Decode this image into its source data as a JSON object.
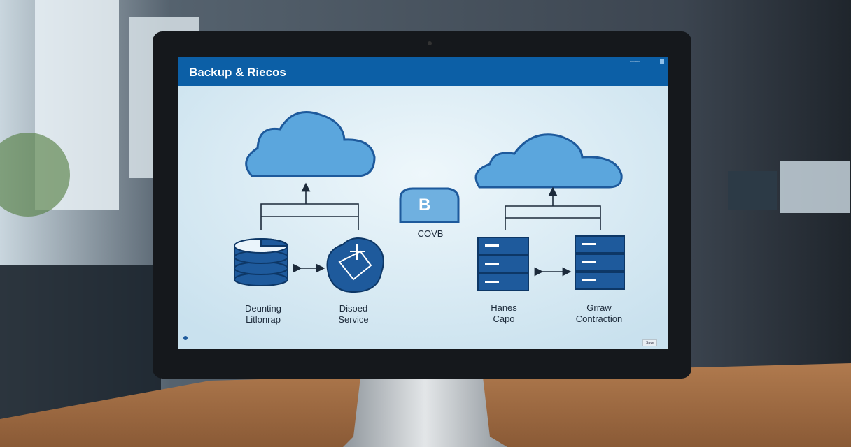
{
  "screen": {
    "title": "Backup & Riecos",
    "header_info": "ooo ooo",
    "footer_button": "Save",
    "center_badge": {
      "letter": "B",
      "label": "COVB"
    },
    "left_group": {
      "nodes": [
        {
          "icon": "database-icon",
          "line1": "Deunting",
          "line2": "Litlonrap"
        },
        {
          "icon": "network-icon",
          "line1": "Disoed",
          "line2": "Service"
        }
      ]
    },
    "right_group": {
      "nodes": [
        {
          "icon": "server-icon",
          "line1": "Hanes",
          "line2": "Capo"
        },
        {
          "icon": "server-icon",
          "line1": "Grraw",
          "line2": "Contraction"
        }
      ]
    },
    "colors": {
      "header": "#0c5fa6",
      "accent": "#1e5a9c",
      "cloud": "#5ba6dd",
      "screen_bg": "#d7ebf4"
    }
  }
}
